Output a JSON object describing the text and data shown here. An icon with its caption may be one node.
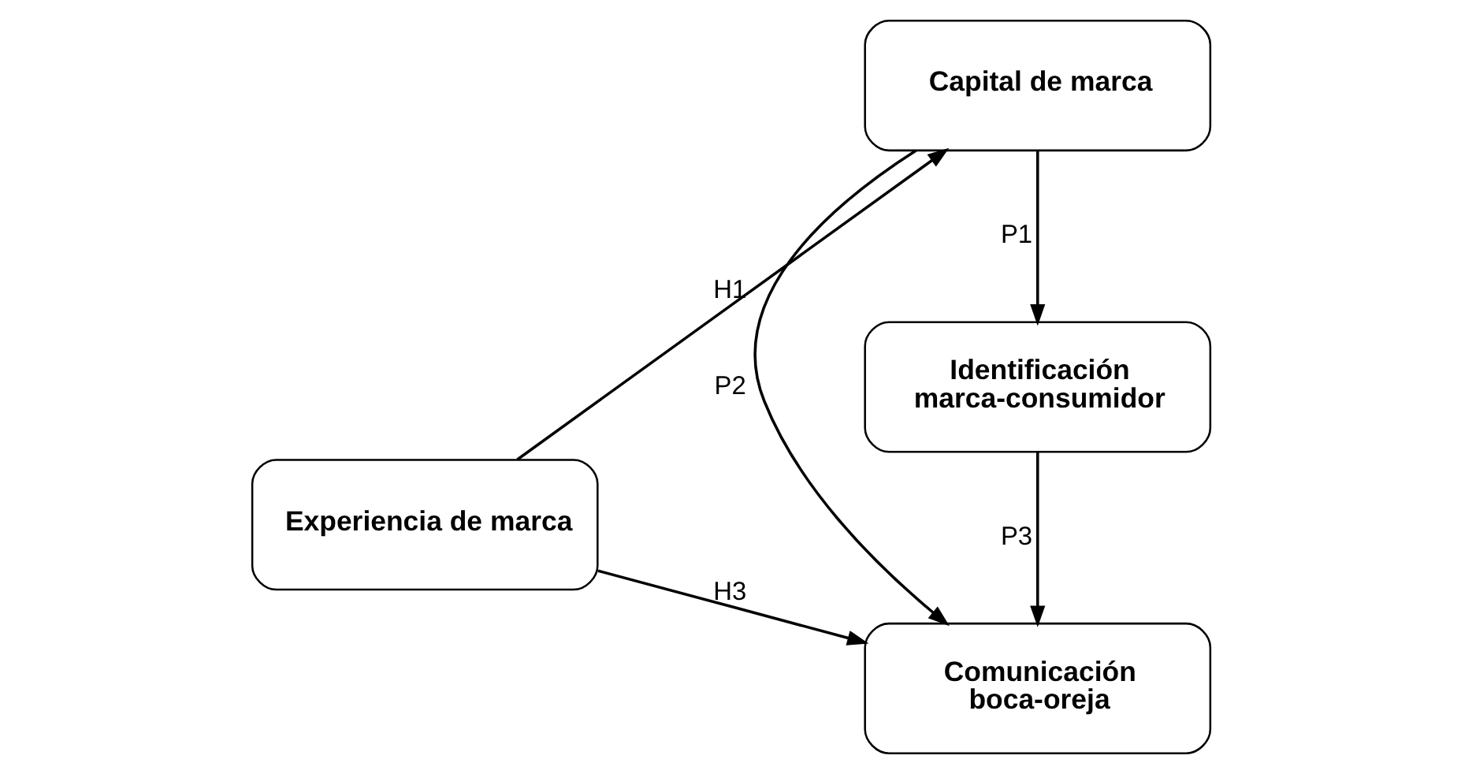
{
  "diagram": {
    "nodes": [
      {
        "text": [
          "Experiencia de marca"
        ]
      },
      {
        "text": [
          "Capital de marca"
        ]
      },
      {
        "text": [
          "Identificación marca-consumidor"
        ]
      },
      {
        "text": [
          "Comunicación boca-oreja"
        ]
      }
    ],
    "edges": [
      {
        "from": 0,
        "to": 1,
        "arrow": "to",
        "label": "H1"
      },
      {
        "from": 1,
        "to": 2,
        "arrow": "to",
        "label": "P1"
      },
      {
        "from": 1,
        "to": 3,
        "arrow": "to",
        "label": "P2"
      },
      {
        "from": 2,
        "to": 3,
        "arrow": "to",
        "label": "P3"
      },
      {
        "from": 0,
        "to": 3,
        "arrow": "to",
        "label": "H3"
      }
    ]
  }
}
